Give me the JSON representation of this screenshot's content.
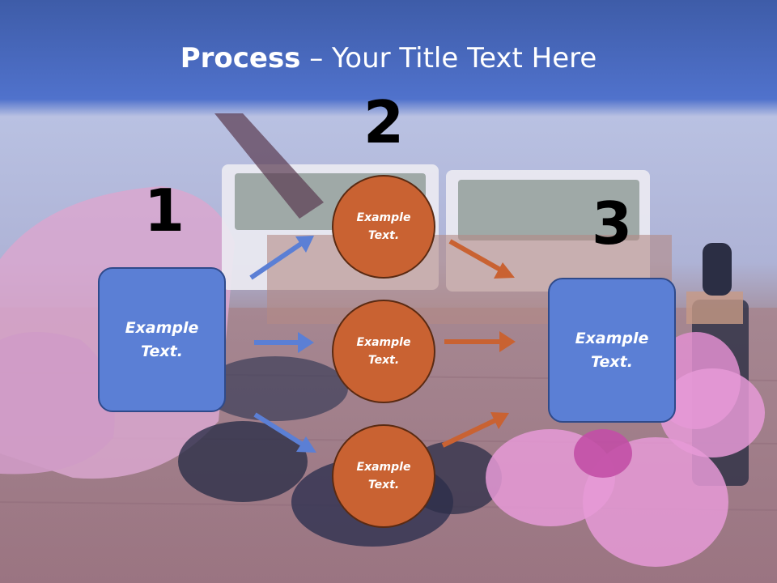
{
  "title": {
    "bold": "Process",
    "rest": " – Your Title Text Here"
  },
  "numbers": [
    "1",
    "2",
    "3"
  ],
  "left_box": "Example Text.",
  "right_box": "Example Text.",
  "circles": [
    "Example Text.",
    "Example Text.",
    "Example Text."
  ],
  "colors": {
    "box": "#5b7fd5",
    "circle": "#c96232",
    "blue_arrow": "#5b7fd5",
    "orange_arrow": "#c96232",
    "title_band": "#4a6cc8"
  }
}
